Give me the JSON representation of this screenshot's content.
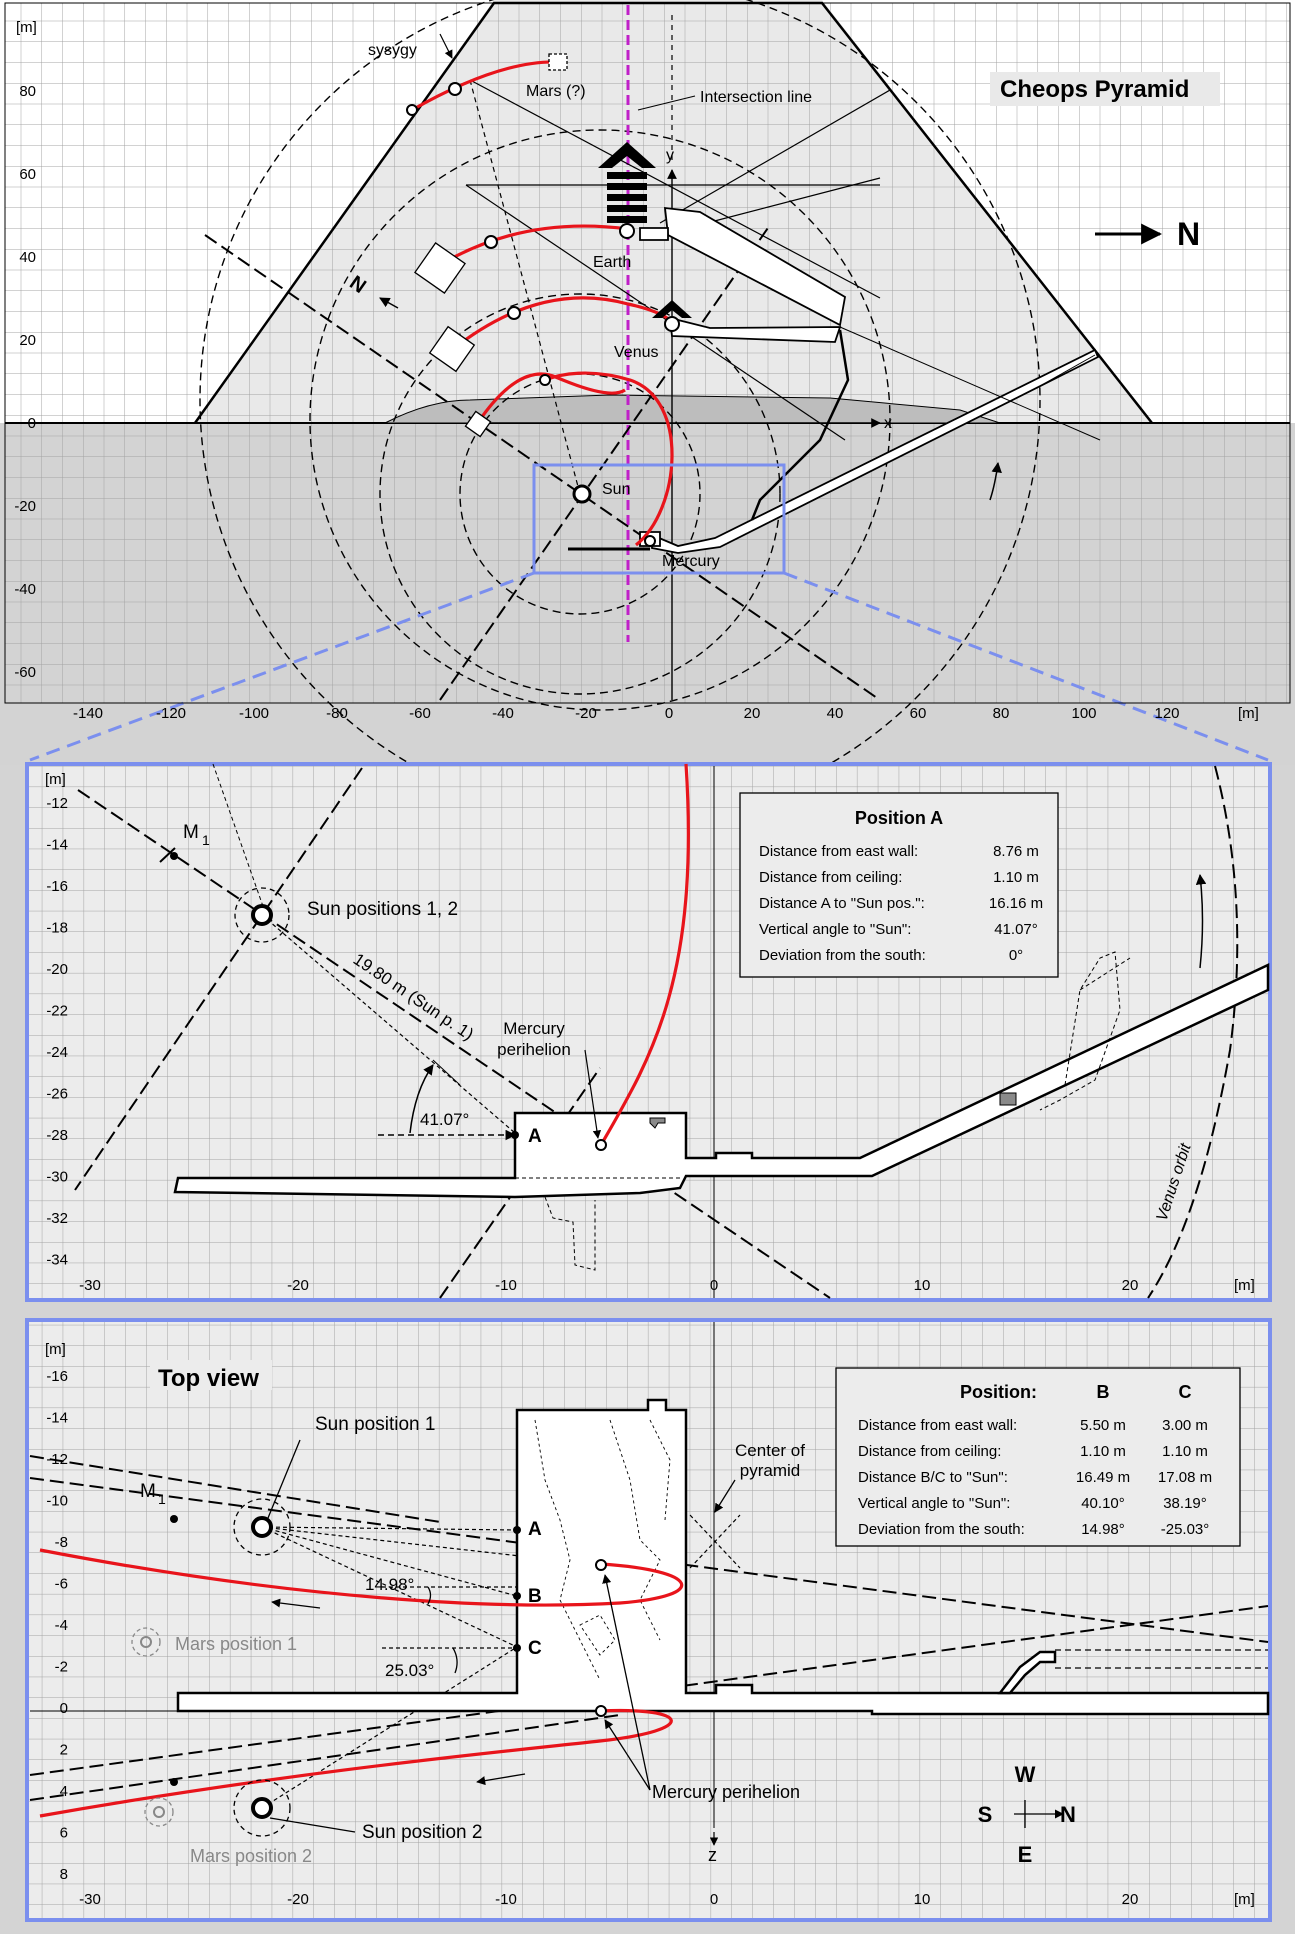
{
  "units_label": "[m]",
  "top": {
    "title": "Cheops Pyramid",
    "north_label": "N",
    "tilted_north_label": "N",
    "x_ticks": [
      "-140",
      "-120",
      "-100",
      "-80",
      "-60",
      "-40",
      "-20",
      "0",
      "20",
      "40",
      "60",
      "80",
      "100",
      "120"
    ],
    "y_ticks": [
      "80",
      "60",
      "40",
      "20",
      "0",
      "-20",
      "-40",
      "-60"
    ],
    "labels": {
      "sysygy": "sysygy",
      "mars": "Mars (?)",
      "intersection": "Intersection line",
      "earth": "Earth",
      "venus": "Venus",
      "sun": "Sun",
      "mercury": "Mercury",
      "x_axis": "x",
      "y_axis": "y"
    }
  },
  "middle": {
    "x_ticks": [
      "-30",
      "-20",
      "-10",
      "0",
      "10",
      "20"
    ],
    "y_ticks": [
      "-12",
      "-14",
      "-16",
      "-18",
      "-20",
      "-22",
      "-24",
      "-26",
      "-28",
      "-30",
      "-32",
      "-34"
    ],
    "labels": {
      "m1": "M",
      "m1_sub": "1",
      "sun_positions": "Sun positions 1, 2",
      "distance": "19.80 m (Sun p. 1)",
      "perihelion_1": "Mercury",
      "perihelion_2": "perihelion",
      "angle": "41.07°",
      "point_a": "A",
      "venus_orbit": "Venus orbit"
    },
    "info_box": {
      "title": "Position A",
      "rows": [
        {
          "label": "Distance from east wall:",
          "value": "8.76 m"
        },
        {
          "label": "Distance from ceiling:",
          "value": "1.10 m"
        },
        {
          "label": "Distance A to \"Sun pos.\":",
          "value": "16.16 m"
        },
        {
          "label": "Vertical angle to \"Sun\":",
          "value": "41.07°"
        },
        {
          "label": "Deviation from the south:",
          "value": "0°"
        }
      ]
    }
  },
  "bottom": {
    "title": "Top view",
    "x_ticks": [
      "-30",
      "-20",
      "-10",
      "0",
      "10",
      "20"
    ],
    "y_ticks": [
      "-16",
      "-14",
      "-12",
      "-10",
      "-8",
      "-6",
      "-4",
      "-2",
      "0",
      "2",
      "4",
      "6",
      "8"
    ],
    "labels": {
      "sun1": "Sun position 1",
      "sun2": "Sun position 2",
      "m1": "M",
      "m1_sub": "1",
      "a": "A",
      "b": "B",
      "c": "C",
      "angle_b": "14.98°",
      "angle_c": "25.03°",
      "mars1": "Mars position 1",
      "mars2": "Mars position 2",
      "center_1": "Center of",
      "center_2": "pyramid",
      "perihelion": "Mercury perihelion",
      "z_axis": "z"
    },
    "compass": {
      "w": "W",
      "s": "S",
      "n": "N",
      "e": "E"
    },
    "info_box": {
      "header": {
        "label": "Position:",
        "b": "B",
        "c": "C"
      },
      "rows": [
        {
          "label": "Distance from east wall:",
          "b": "5.50 m",
          "c": "3.00 m"
        },
        {
          "label": "Distance from ceiling:",
          "b": "1.10 m",
          "c": "1.10 m"
        },
        {
          "label": "Distance B/C to \"Sun\":",
          "b": "16.49 m",
          "c": "17.08 m"
        },
        {
          "label": "Vertical angle to \"Sun\":",
          "b": "40.10°",
          "c": "38.19°"
        },
        {
          "label": "Deviation from the south:",
          "b": "14.98°",
          "c": "-25.03°"
        }
      ]
    }
  },
  "colors": {
    "orbit_red": "#e8141b",
    "frame_blue": "#7b8fee",
    "intersection_magenta": "#c01fc8",
    "ground_gray": "#d3d3d3",
    "pyramid_gray": "#e8e8e8",
    "grid_gray": "#9a9a9a"
  }
}
